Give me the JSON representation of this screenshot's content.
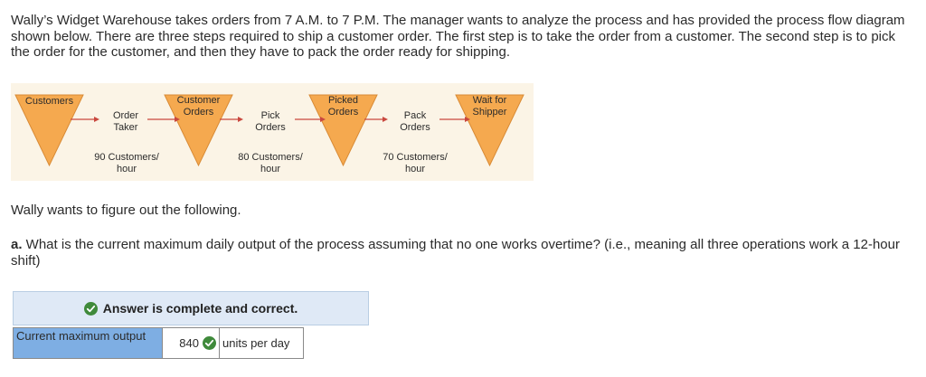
{
  "intro": "Wally’s Widget Warehouse takes orders from 7 A.M. to 7 P.M. The manager wants to analyze the process and has provided the process flow diagram shown below. There are three steps required to ship a customer order. The first step is to take the order from a customer. The second step is to pick the order for the customer, and then they have to pack the order ready for shipping.",
  "diagram": {
    "inventories": [
      "Customers",
      "Customer Orders",
      "Picked Orders",
      "Wait for Shipper"
    ],
    "steps": [
      {
        "name": "Order Taker",
        "rate": "90 Customers/ hour"
      },
      {
        "name": "Pick Orders",
        "rate": "80 Customers/ hour"
      },
      {
        "name": "Pack Orders",
        "rate": "70 Customers/ hour"
      }
    ],
    "colors": {
      "triangle": "#f5a94f",
      "arrow": "#c9483f",
      "background": "#fbf4e6"
    }
  },
  "prompt": "Wally wants to figure out the following.",
  "question": {
    "letter": "a.",
    "text": " What is the current maximum daily output of the process assuming that no one works overtime? (i.e., meaning all three operations work a 12-hour shift)"
  },
  "answer": {
    "banner": "Answer is complete and correct.",
    "label": "Current maximum output",
    "value": "840",
    "unit": "units per day"
  }
}
